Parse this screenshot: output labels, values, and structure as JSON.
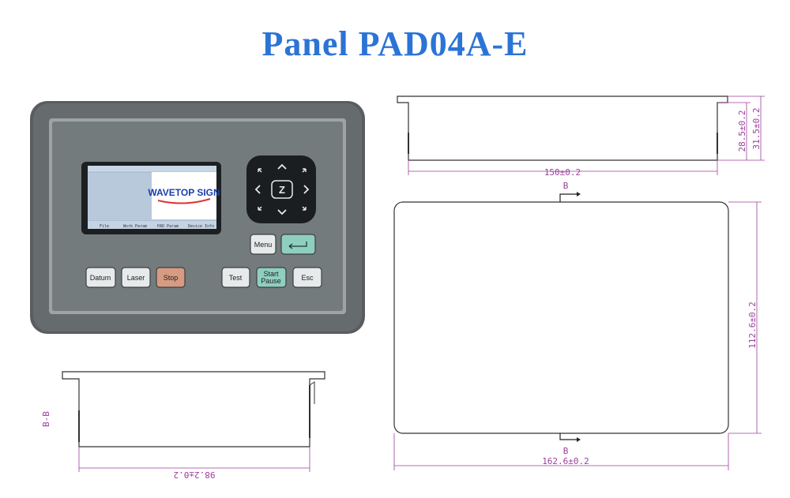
{
  "title": "Panel PAD04A-E",
  "device": {
    "brand_logo": "WAVETOP SIGN",
    "screen_tabs": [
      "File",
      "Work Param",
      "PAD Param",
      "Device Info"
    ],
    "buttons": {
      "menu": "Menu",
      "datum": "Datum",
      "laser": "Laser",
      "stop": "Stop",
      "test": "Test",
      "start_pause_line1": "Start",
      "start_pause_line2": "Pause",
      "esc": "Esc",
      "z": "Z"
    },
    "colors": {
      "bezel": "#5f6365",
      "face": "#71797b",
      "stop": "#d79b82",
      "enter": "#8fcfc0",
      "start": "#8fcfc0",
      "key": "#e9ecec"
    }
  },
  "dimensions": {
    "top_view_width": "150±0.2",
    "top_view_depth_1": "28.5±0.2",
    "top_view_depth_2": "31.5±0.2",
    "front_width": "162.6±0.2",
    "front_height": "112.6±0.2",
    "section_marker": "B",
    "section_label": "B-B",
    "section_width": "98.2±0.2"
  },
  "annotation_color": "#9b3f9b"
}
